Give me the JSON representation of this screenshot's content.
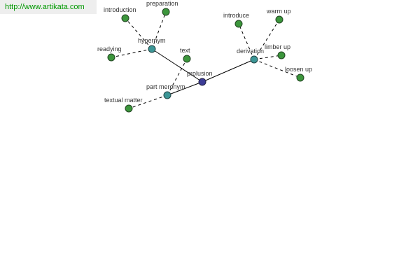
{
  "source_link": {
    "text": "http://www.artikata.com"
  },
  "colors": {
    "center": "#3c3c96",
    "relation": "#3c9696",
    "word": "#3c963c",
    "link": "#009900"
  },
  "graph": {
    "center": {
      "id": "prolusion",
      "label": "prolusion"
    },
    "relations": [
      {
        "id": "hypernym",
        "label": "hypernym"
      },
      {
        "id": "derivation",
        "label": "derivation"
      },
      {
        "id": "part-meronym",
        "label": "part meronym"
      }
    ],
    "words": [
      {
        "id": "introduction",
        "label": "introduction",
        "relation": "hypernym"
      },
      {
        "id": "preparation",
        "label": "preparation",
        "relation": "hypernym"
      },
      {
        "id": "readying",
        "label": "readying",
        "relation": "hypernym"
      },
      {
        "id": "introduce",
        "label": "introduce",
        "relation": "derivation"
      },
      {
        "id": "warm-up",
        "label": "warm up",
        "relation": "derivation"
      },
      {
        "id": "limber-up",
        "label": "limber up",
        "relation": "derivation"
      },
      {
        "id": "loosen-up",
        "label": "loosen up",
        "relation": "derivation"
      },
      {
        "id": "text",
        "label": "text",
        "relation": "part-meronym"
      },
      {
        "id": "textual-matter",
        "label": "textual matter",
        "relation": "part-meronym"
      }
    ]
  }
}
